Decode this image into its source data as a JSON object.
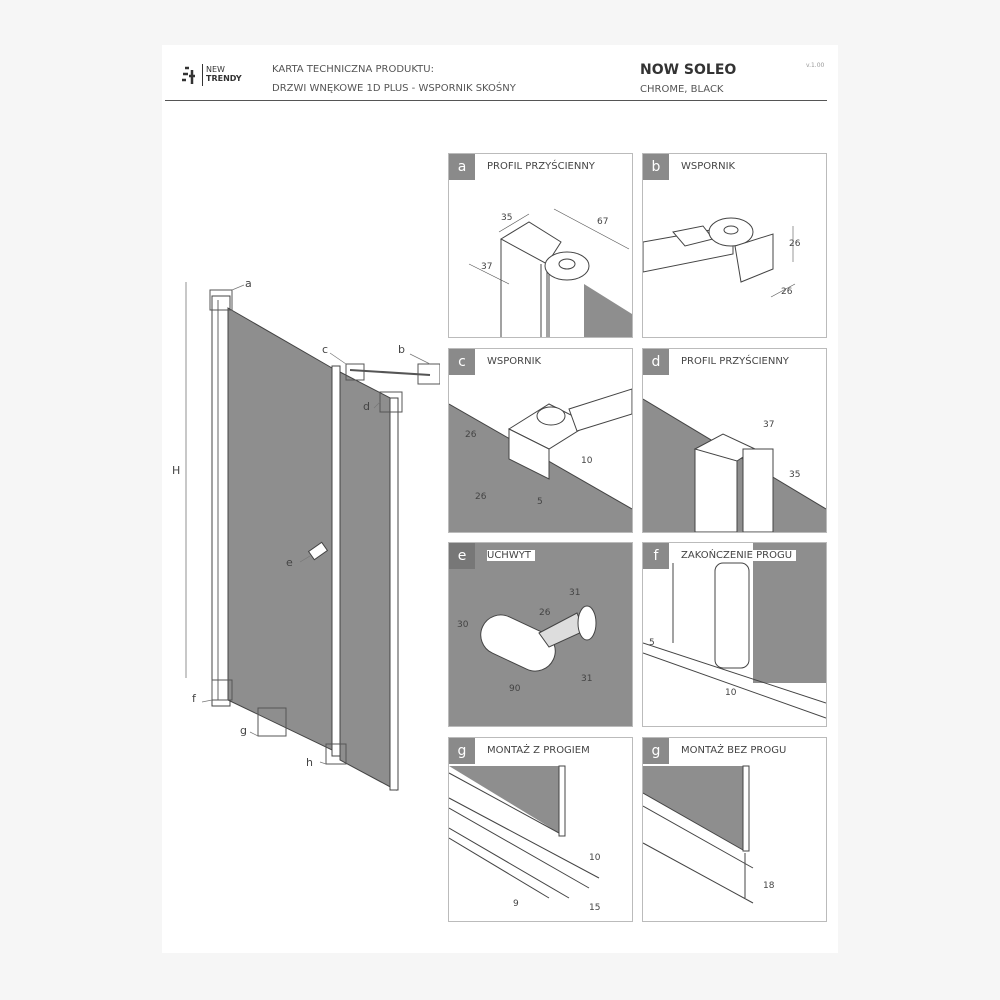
{
  "header": {
    "brand": "NEW TRENDY",
    "brand_line1": "NEW",
    "brand_line2": "TRENDY",
    "doc_type": "KARTA TECHNICZNA PRODUKTU:",
    "product_desc": "DRZWI WNĘKOWE 1D PLUS - WSPORNIK SKOŚNY",
    "product_name": "NOW SOLEO",
    "finish": "CHROME, BLACK",
    "version": "v.1.00"
  },
  "overview": {
    "height_label": "H",
    "callouts": {
      "a": "a",
      "b": "b",
      "c": "c",
      "d": "d",
      "e": "e",
      "f": "f",
      "g": "g",
      "h": "h"
    }
  },
  "panels": [
    {
      "letter": "a",
      "title": "PROFIL PRZYŚCIENNY",
      "dims": [
        "35",
        "67",
        "37"
      ]
    },
    {
      "letter": "b",
      "title": "WSPORNIK",
      "dims": [
        "26",
        "26"
      ]
    },
    {
      "letter": "c",
      "title": "WSPORNIK",
      "dims": [
        "26",
        "10",
        "26",
        "5"
      ]
    },
    {
      "letter": "d",
      "title": "PROFIL PRZYŚCIENNY",
      "dims": [
        "37",
        "35"
      ]
    },
    {
      "letter": "e",
      "title": "UCHWYT",
      "dims": [
        "30",
        "26",
        "31",
        "90",
        "31"
      ]
    },
    {
      "letter": "f",
      "title": "ZAKOŃCZENIE PROGU",
      "dims": [
        "5",
        "10"
      ]
    },
    {
      "letter": "g",
      "title": "MONTAŻ Z PROGIEM",
      "dims": [
        "10",
        "9",
        "15"
      ]
    },
    {
      "letter": "g",
      "title": "MONTAŻ BEZ PROGU",
      "dims": [
        "18"
      ]
    }
  ],
  "colors": {
    "glass": "#8e8e8e",
    "tag": "#8a8a8a",
    "line": "#555555"
  }
}
